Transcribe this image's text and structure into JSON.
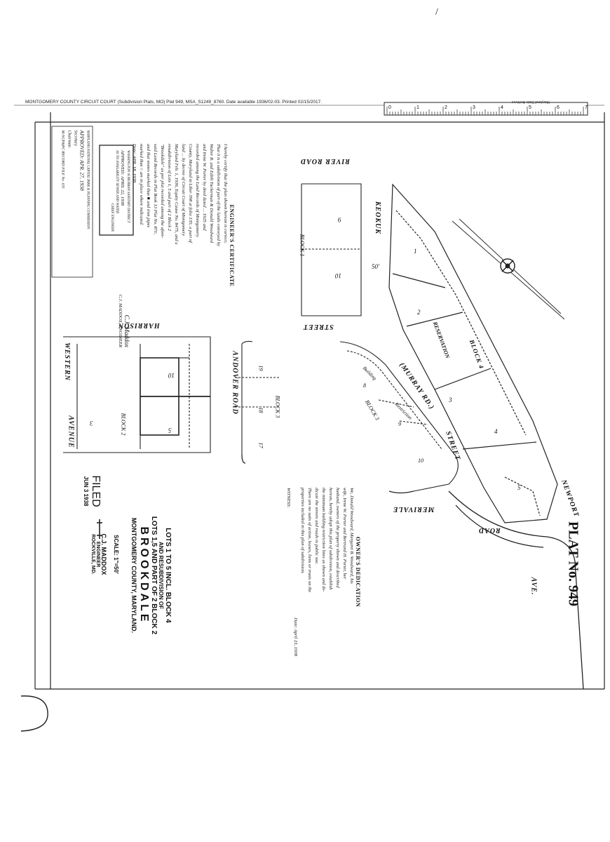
{
  "header": {
    "source_line": "MONTGOMERY COUNTY CIRCUIT COURT (Subdivision Plats, MO) Plat 949, MSA_S1249_8760. Date available 1936/02-03. Printed 02/15/2017.",
    "ruler_label": "Maryland State Archives",
    "ruler_numbers": [
      "0",
      "1",
      "2",
      "3",
      "4",
      "5",
      "6",
      "7"
    ]
  },
  "top_mark": "/",
  "plat_number": "PLAT No. 949",
  "streets": {
    "river_road": "RIVER    ROAD",
    "keokuk": "KEOKUK",
    "harrison": "HARRISON",
    "street_upper": "STREET",
    "andover": "ANDOVER    ROAD",
    "western": "WESTERN",
    "avenue": "AVENUE",
    "murray": "(MURRAY RD.)",
    "street_lower": "STREET",
    "merivale": "MERIVALE",
    "road_lower": "ROAD",
    "newport": "NEWPORT",
    "ave": "AVE."
  },
  "blocks": {
    "block1": "BLOCK 1",
    "block2": "BLOCK 2",
    "block3_a": "BLOCK 3",
    "block3_b": "BLOCK 3",
    "block4": "BLOCK 4"
  },
  "lots": {
    "lot9": "9",
    "lot10": "10",
    "lot19": "19",
    "lot18": "18",
    "lot17": "17",
    "lot8": "8",
    "lot9b": "9",
    "lot10b": "10",
    "lot1": "1",
    "lot2": "2",
    "lot3": "3",
    "lot4": "4",
    "lot5": "5",
    "lot10c": "10",
    "lot5b": "5",
    "lot3b": "3"
  },
  "labels": {
    "reservation": "RESERVATION",
    "building": "Building",
    "restriction": "Restriction",
    "width_50": "50'"
  },
  "engineers_certificate": {
    "title": "ENGINEER'S CERTIFICATE",
    "lines": [
      "I hereby certify that the plan shown hereon is correct;",
      "That it is a subdivision of part of the lands conveyed by",
      "Walter R. and Edith Tuckerman & Donald Woodward",
      "and Irene W. Porter by deed dated ... 1925 and",
      "recorded among the Land Records of Montgomery",
      "County, Maryland in Liber 398 at folio 135; a part of",
      "land ... by decree of Circuit Court of Montgomery",
      "Maryland Feb. 1, 1936, Equity Cause No. 8475, and a",
      "resubdivision of Lots 1, 5 and part of 2 Block 2",
      "\"Brookdale\" as per plat recorded among the afore-",
      "said Land Records in Plat Book 13 Plat No. 871;",
      "and that stones marked thus ■ and iron pipes",
      "marked thus ○ are in place where indicated."
    ],
    "date": "Date: APR. 18, 1938",
    "signature": "C.J. Maddox",
    "signer": "C.J. MADDOX, ENGINEER"
  },
  "sanitary_approval": {
    "org": "WASHINGTON SUBURBAN SANITARY DISTRICT",
    "approved": "APPROVED: APRIL 22, 1938",
    "note": "AS TO AVAILABILITY SEWER AND WATER",
    "signer": "CHIEF ENGINEER"
  },
  "park_commission": {
    "org": "MARYLAND-NATIONAL CAPITAL PARK & PLANNING COMMISSION",
    "approved": "APPROVED: APR. 27, 1938",
    "line2": "Secretary",
    "line3": "Chairman",
    "record": "M-NCP&PC RECORD FILE No. 635"
  },
  "owners_dedication": {
    "title": "OWNER'S DEDICATION",
    "lines": [
      "We, Donald Woodward, Margaret B. Woodward, his",
      "wife, Irene W. Porter and Bertrand H. Porter, her",
      "husband, owners of the property shown and described",
      "hereon, hereby adopt this plan of subdivision, establish",
      "the minimum building restriction lines as shown and de-",
      "dicate the streets and roads to public use.",
      "There are no suits of action, leases, liens or trusts on the",
      "properties included in this plan of subdivision."
    ],
    "date": "Date: April 23, 1938",
    "witness": "WITNESS:"
  },
  "title_block": {
    "line1": "LOTS 1 TO 5 INCL. BLOCK 4",
    "line2": "AND RESUBDIVISION OF",
    "line3": "LOTS 1,5 AND PART OF 2 BLOCK 2",
    "line4": "BROOKDALE",
    "line5": "MONTGOMERY COUNTY, MARYLAND.",
    "scale": "SCALE: 1\"=50'",
    "engineer": "C.J. MADDOX",
    "engineer_title": "ENGINEER",
    "location": "ROCKVILLE, MD."
  },
  "filed_stamp": {
    "label": "FILED",
    "date": "JUN 3 1938"
  }
}
